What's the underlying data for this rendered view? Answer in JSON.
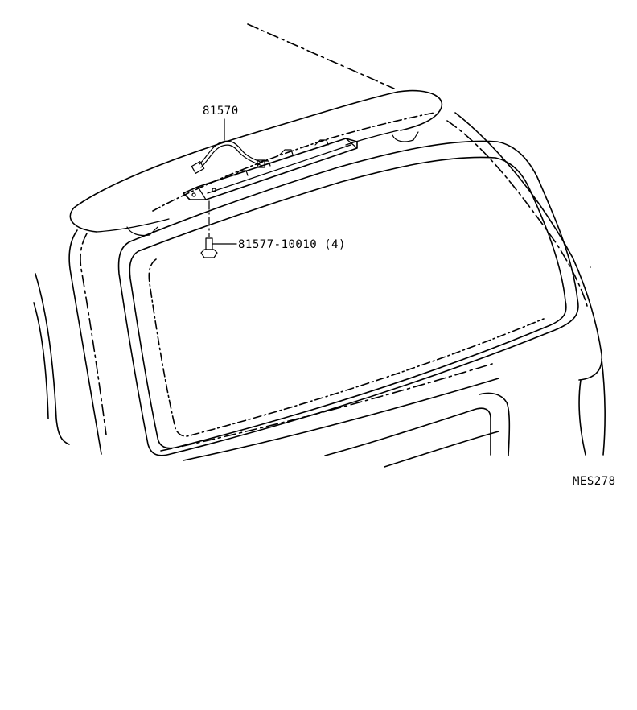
{
  "diagram": {
    "parts": [
      {
        "number": "81570"
      },
      {
        "number": "81577-10010 (4)"
      }
    ],
    "figure_code": "MES278"
  }
}
